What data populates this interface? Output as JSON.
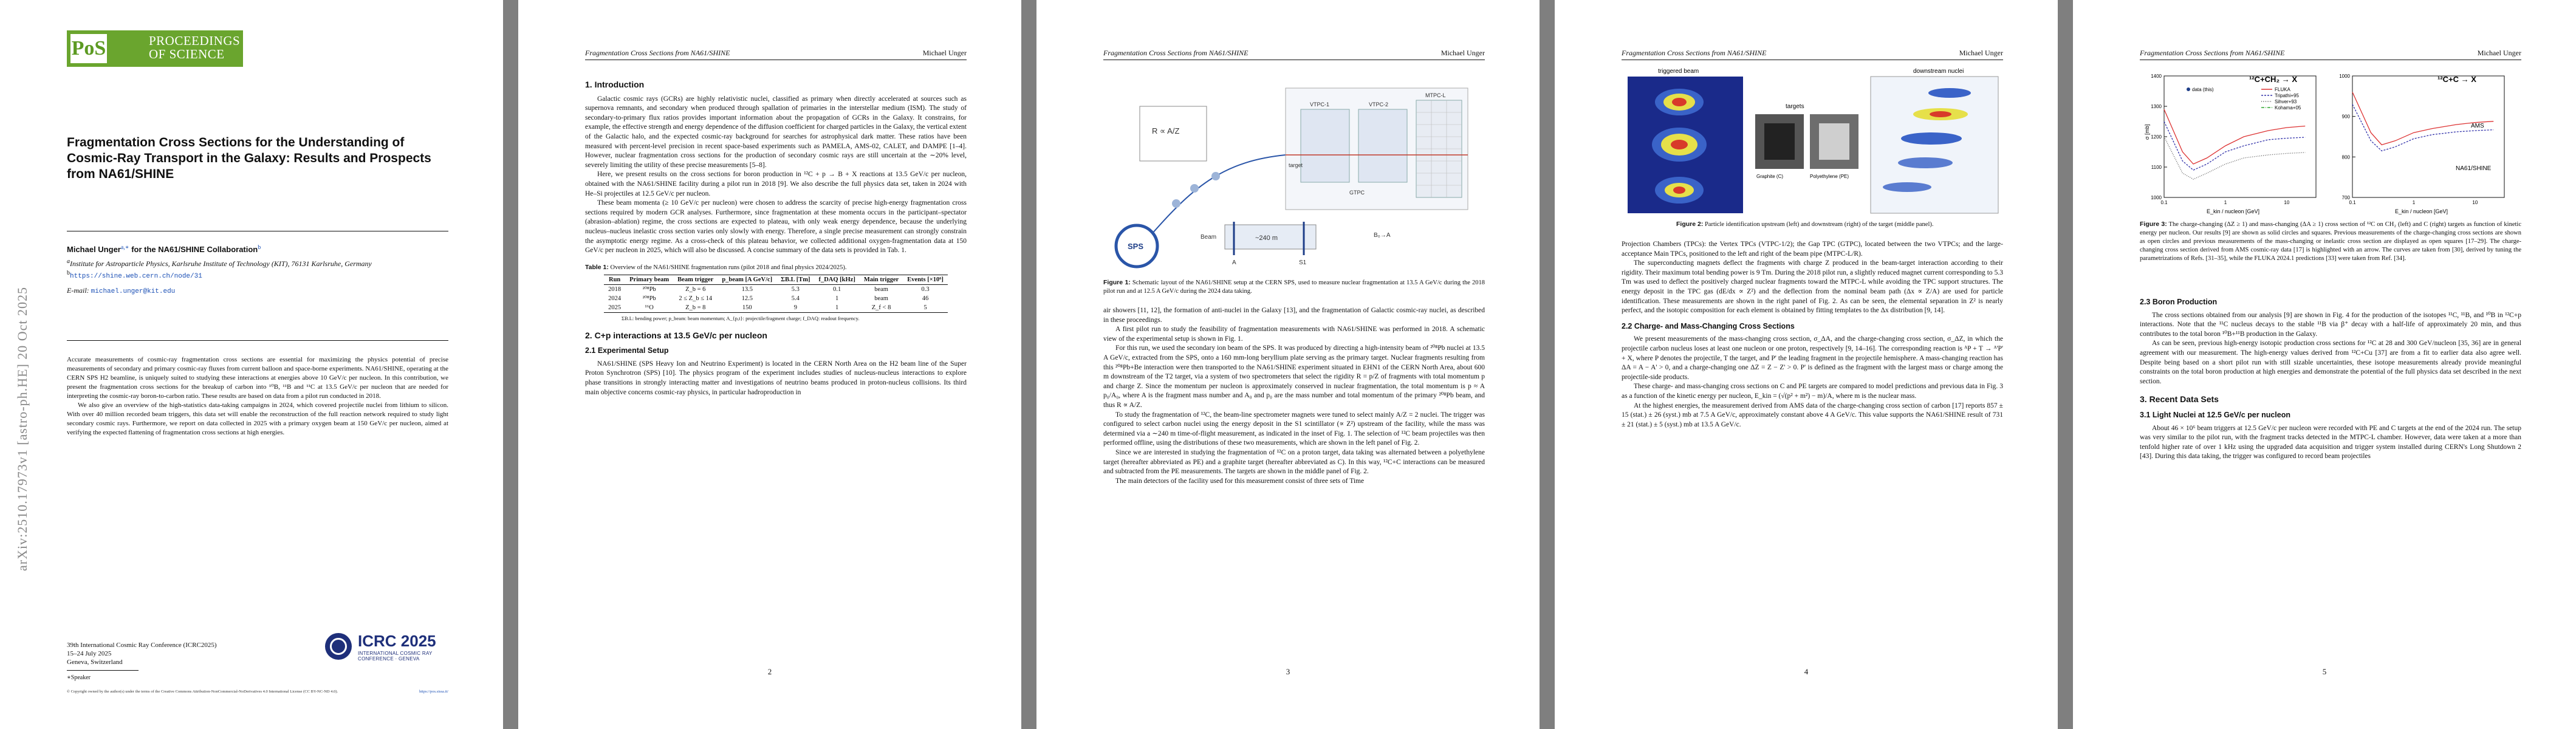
{
  "header": {
    "left": "Fragmentation Cross Sections from NA61/SHINE",
    "right": "Michael Unger"
  },
  "p1": {
    "arxiv": "arXiv:2510.17973v1  [astro-ph.HE]  20 Oct 2025",
    "logo_ps": "PoS",
    "logo_text_1": "PROCEEDINGS",
    "logo_text_2": "OF SCIENCE",
    "title": "Fragmentation Cross Sections for the Understanding of Cosmic-Ray Transport in the Galaxy: Results and Prospects from NA61/SHINE",
    "author": "Michael Unger",
    "author_sup": "a,∗",
    "collab": " for the NA61/SHINE Collaboration",
    "collab_sup": "b",
    "affil_a": "Institute for Astroparticle Physics, Karlsruhe Institute of Technology (KIT), 76131 Karlsruhe, Germany",
    "affil_b": "https://shine.web.cern.ch/node/31",
    "email_label": "E-mail: ",
    "email": "michael.unger@kit.edu",
    "abstract": [
      "Accurate measurements of cosmic-ray fragmentation cross sections are essential for maximizing the physics potential of precise measurements of secondary and primary cosmic-ray fluxes from current balloon and space-borne experiments. NA61/SHINE, operating at the CERN SPS H2 beamline, is uniquely suited to studying these interactions at energies above 10 GeV/c per nucleon. In this contribution, we present the fragmentation cross sections for the breakup of carbon into ¹⁰B, ¹¹B and ¹¹C at 13.5 GeV/c per nucleon that are needed for interpreting the cosmic-ray boron-to-carbon ratio. These results are based on data from a pilot run conducted in 2018.",
      "We also give an overview of the high-statistics data-taking campaigns in 2024, which covered projectile nuclei from lithium to silicon. With over 40 million recorded beam triggers, this data set will enable the reconstruction of the full reaction network required to study light secondary cosmic rays. Furthermore, we report on data collected in 2025 with a primary oxygen beam at 150 GeV/c per nucleon, aimed at verifying the expected flattening of fragmentation cross sections at high energies."
    ],
    "conf": [
      "39th International Cosmic Ray Conference (ICRC2025)",
      "15–24 July 2025",
      "Geneva, Switzerland"
    ],
    "icrc_title": "ICRC 2025",
    "icrc_sub": "INTERNATIONAL COSMIC RAY CONFERENCE · GENEVA",
    "speaker": "∗Speaker",
    "license": "© Copyright owned by the author(s) under the terms of the Creative Commons Attribution-NonCommercial-NoDerivatives 4.0 International License (CC BY-NC-ND 4.0).",
    "pos_link": "https://pos.sissa.it/",
    "page": ""
  },
  "p2": {
    "s1": "1.   Introduction",
    "intro": [
      "Galactic cosmic rays (GCRs) are highly relativistic nuclei, classified as primary when directly accelerated at sources such as supernova remnants, and secondary when produced through spallation of primaries in the interstellar medium (ISM). The study of secondary-to-primary flux ratios provides important information about the propagation of GCRs in the Galaxy. It constrains, for example, the effective strength and energy dependence of the diffusion coefficient for charged particles in the Galaxy, the vertical extent of the Galactic halo, and the expected cosmic-ray background for searches for astrophysical dark matter. These ratios have been measured with percent-level precision in recent space-based experiments such as PAMELA, AMS-02, CALET, and DAMPE [1–4]. However, nuclear fragmentation cross sections for the production of secondary cosmic rays are still uncertain at the ∼20% level, severely limiting the utility of these precise measurements [5–8].",
      "Here, we present results on the cross sections for boron production in ¹²C + p → B + X reactions at 13.5 GeV/c per nucleon, obtained with the NA61/SHINE facility during a pilot run in 2018 [9]. We also describe the full physics data set, taken in 2024 with He–Si projectiles at 12.5 GeV/c per nucleon.",
      "These beam momenta (≥ 10 GeV/c per nucleon) were chosen to address the scarcity of precise high-energy fragmentation cross sections required by modern GCR analyses. Furthermore, since fragmentation at these momenta occurs in the participant–spectator (abrasion–ablation) regime, the cross sections are expected to plateau, with only weak energy dependence, because the underlying nucleus–nucleus inelastic cross section varies only slowly with energy. Therefore, a single precise measurement can strongly constrain the asymptotic energy regime. As a cross-check of this plateau behavior, we collected additional oxygen-fragmentation data at 150 GeV/c per nucleon in 2025, which will also be discussed. A concise summary of the data sets is provided in Tab. 1."
    ],
    "table_caption_label": "Table 1:",
    "table_caption": " Overview of the NA61/SHINE fragmentation runs (pilot 2018 and final physics 2024/2025).",
    "table_headers": [
      "Run",
      "Primary beam",
      "Beam trigger",
      "p_beam [A GeV/c]",
      "ΣB.L [Tm]",
      "f_DAQ [kHz]",
      "Main trigger",
      "Events [×10⁶]"
    ],
    "table_rows": [
      [
        "2018",
        "²⁰⁸Pb",
        "Z_b = 6",
        "13.5",
        "5.3",
        "0.1",
        "beam",
        "0.3"
      ],
      [
        "2024",
        "²⁰⁸Pb",
        "2 ≤ Z_b ≤ 14",
        "12.5",
        "5.4",
        "1",
        "beam",
        "46"
      ],
      [
        "2025",
        "¹⁶O",
        "Z_b = 8",
        "150",
        "9",
        "1",
        "Z_f < 8",
        "5"
      ]
    ],
    "table_note": "ΣB.L: bending power; p_beam: beam momentum; A_{p,t}: projectile/fragment charge; f_DAQ: readout frequency.",
    "s2": "2.   C+p interactions at 13.5 GeV/c per nucleon",
    "s21": "2.1   Experimental Setup",
    "setup": "NA61/SHINE (SPS Heavy Ion and Neutrino Experiment) is located in the CERN North Area on the H2 beam line of the Super Proton Synchrotron (SPS) [10]. The physics program of the experiment includes studies of nucleus-nucleus interactions to explore phase transitions in strongly interacting matter and investigations of neutrino beams produced in proton-nucleus collisions. Its third main objective concerns cosmic-ray physics, in particular hadroproduction in",
    "page": "2"
  },
  "p3": {
    "fig1_labels": {
      "sps": "SPS",
      "beam": "Beam",
      "dist": "~240 m",
      "a": "A",
      "s1": "S1",
      "vtpc1": "VTPC-1",
      "vtpc2": "VTPC-2",
      "mtpc": "MTPC-L",
      "gap": "GTPC",
      "target": "target",
      "b0": "B₀→A"
    },
    "fig1_label": "Figure 1:",
    "fig1_caption": " Schematic layout of the NA61/SHINE setup at the CERN SPS, used to measure nuclear fragmentation at 13.5 A GeV/c during the 2018 pilot run and at 12.5 A GeV/c during the 2024 data taking.",
    "text": [
      "air showers [11, 12], the formation of anti-nuclei in the Galaxy [13], and the fragmentation of Galactic cosmic-ray nuclei, as described in these proceedings.",
      "A first pilot run to study the feasibility of fragmentation measurements with NA61/SHINE was performed in 2018. A schematic view of the experimental setup is shown in Fig. 1.",
      "For this run, we used the secondary ion beam of the SPS. It was produced by directing a high-intensity beam of ²⁰⁸Pb nuclei at 13.5 A GeV/c, extracted from the SPS, onto a 160 mm-long beryllium plate serving as the primary target. Nuclear fragments resulting from this ²⁰⁸Pb+Be interaction were then transported to the NA61/SHINE experiment situated in EHN1 of the CERN North Area, about 600 m downstream of the T2 target, via a system of two spectrometers that select the rigidity R = p/Z of fragments with total momentum p and charge Z. Since the momentum per nucleon is approximately conserved in nuclear fragmentation, the total momentum is p ≈ A p₀/A₀, where A is the fragment mass number and A₀ and p₀ are the mass number and total momentum of the primary ²⁰⁸Pb beam, and thus R ∝ A/Z.",
      "To study the fragmentation of ¹²C, the beam-line spectrometer magnets were tuned to select mainly A/Z = 2 nuclei. The trigger was configured to select carbon nuclei using the energy deposit in the S1 scintillator (∝ Z²) upstream of the facility, while the mass was determined via a ∼240 m time-of-flight measurement, as indicated in the inset of Fig. 1. The selection of ¹²C beam projectiles was then performed offline, using the distributions of these two measurements, which are shown in the left panel of Fig. 2.",
      "Since we are interested in studying the fragmentation of ¹²C on a proton target, data taking was alternated between a polyethylene target (hereafter abbreviated as PE) and a graphite target (hereafter abbreviated as C). In this way, ¹²C+C interactions can be measured and subtracted from the PE measurements. The targets are shown in the middle panel of Fig. 2.",
      "The main detectors of the facility used for this measurement consist of three sets of Time"
    ],
    "page": "3"
  },
  "p4": {
    "fig2_titles": {
      "left": "triggered beam",
      "mid": "targets",
      "right": "downstream nuclei"
    },
    "fig2_sub": {
      "graphite": "Graphite (C)",
      "pe": "Polyethylene (PE)"
    },
    "fig2_label": "Figure 2:",
    "fig2_caption": " Particle identification upstream (left) and downstream (right) of the target (middle panel).",
    "text": [
      "Projection Chambers (TPCs): the Vertex TPCs (VTPC-1/2); the Gap TPC (GTPC), located between the two VTPCs; and the large-acceptance Main TPCs, positioned to the left and right of the beam pipe (MTPC-L/R).",
      "The superconducting magnets deflect the fragments with charge Z produced in the beam-target interaction according to their rigidity. Their maximum total bending power is 9 Tm. During the 2018 pilot run, a slightly reduced magnet current corresponding to 5.3 Tm was used to deflect the positively charged nuclear fragments toward the MTPC-L while avoiding the TPC support structures. The energy deposit in the TPC gas (dE/dx ∝ Z²) and the deflection from the nominal beam path (Δx ∝ Z/A) are used for particle identification. These measurements are shown in the right panel of Fig. 2. As can be seen, the elemental separation in Z² is nearly perfect, and the isotopic composition for each element is obtained by fitting templates to the Δx distribution [9, 14]."
    ],
    "s22": "2.2   Charge- and Mass-Changing Cross Sections",
    "text2": [
      "We present measurements of the mass-changing cross section, σ_ΔA, and the charge-changing cross section, σ_ΔZ, in which the projectile carbon nucleus loses at least one nucleon or one proton, respectively [9, 14–16]. The corresponding reaction is ᴬP + T → ᴬ'P' + X, where P denotes the projectile, T the target, and P' the leading fragment in the projectile hemisphere. A mass-changing reaction has ΔA = A − A' > 0, and a charge-changing one ΔZ = Z − Z' > 0. P' is defined as the fragment with the largest mass or charge among the projectile-side products.",
      "These charge- and mass-changing cross sections on C and PE targets are compared to model predictions and previous data in Fig. 3 as a function of the kinetic energy per nucleon, E_kin = (√(p² + m²) − m)/A, where m is the nuclear mass.",
      "At the highest energies, the measurement derived from AMS data of the charge-changing cross section of carbon [17] reports 857 ± 15 (stat.) ± 26 (syst.) mb at 7.5 A GeV/c, approximately constant above 4 A GeV/c. This value supports the NA61/SHINE result of 731 ± 21 (stat.) ± 5 (syst.) mb at 13.5 A GeV/c."
    ],
    "page": "4"
  },
  "p5": {
    "fig3_label": "Figure 3:",
    "fig3_caption": " The charge-changing (ΔZ ≥ 1) and mass-changing (ΔA ≥ 1) cross section of ¹²C on CH₂ (left) and C (right) targets as function of kinetic energy per nucleon. Our results [9] are shown as solid circles and squares. Previous measurements of the charge-changing cross sections are shown as open circles and previous measurements of the mass-changing or inelastic cross section are displayed as open squares [17–29]. The charge-changing cross section derived from AMS cosmic-ray data [17] is highlighted with an arrow. The curves are taken from [30], derived by tuning the parametrizations of Refs. [31–35], while the FLUKA 2024.1 predictions [33] were taken from Ref. [34].",
    "s23": "2.3   Boron Production",
    "text": [
      "The cross sections obtained from our analysis [9] are shown in Fig. 4 for the production of the isotopes ¹¹C, ¹¹B, and ¹⁰B in ¹²C+p interactions. Note that the ¹¹C nucleus decays to the stable ¹¹B via β⁺ decay with a half-life of approximately 20 min, and thus contributes to the total boron ¹⁰B+¹¹B production in the Galaxy.",
      "As can be seen, previous high-energy isotopic production cross sections for ¹²C at 28 and 300 GeV/nucleon [35, 36] are in general agreement with our measurement. The high-energy values derived from ¹²C+Cu [37] are from a fit to earlier data also agree well. Despite being based on a short pilot run with still sizable uncertainties, these isotope measurements already provide meaningful constraints on the total boron production at high energies and demonstrate the potential of the full physics data set described in the next section."
    ],
    "s3": "3.   Recent Data Sets",
    "s31": "3.1   Light Nuclei at 12.5 GeV/c per nucleon",
    "text3": "About 46 × 10⁶ beam triggers at 12.5 GeV/c per nucleon were recorded with PE and C targets at the end of the 2024 run. The setup was very similar to the pilot run, with the fragment tracks detected in the MTPC-L chamber. However, data were taken at a more than tenfold higher rate of over 1 kHz using the upgraded data acquisition and trigger system installed during CERN's Long Shutdown 2 [43]. During this data taking, the trigger was configured to record beam projectiles",
    "plot_left": {
      "title": "¹²C+CH₂ → X",
      "ylabel": "σ [mb]",
      "xlabel": "E_kin / nucleon [GeV]",
      "legend": [
        "FLUKA",
        "Tripathi+95",
        "Sihver+93",
        "Kohama+05"
      ],
      "data_label": "data (this)"
    },
    "plot_right": {
      "title": "¹²C+C → X",
      "annot_ams": "AMS",
      "annot_na61": "NA61/SHINE"
    },
    "page": "5"
  },
  "chart_data": [
    {
      "type": "scatter",
      "title": "¹²C+CH₂ → X",
      "xlabel": "E_kin / nucleon [GeV]",
      "ylabel": "σ [mb]",
      "x_scale": "log",
      "xlim": [
        0.1,
        30
      ],
      "ylim": [
        1000,
        1400
      ],
      "yticks": [
        1000,
        1100,
        1200,
        1300,
        1400
      ],
      "series": [
        {
          "name": "FLUKA",
          "x": [
            0.1,
            0.2,
            0.3,
            0.5,
            1,
            2,
            5,
            10,
            20
          ],
          "y": [
            1290,
            1150,
            1110,
            1130,
            1170,
            1200,
            1220,
            1230,
            1235
          ]
        },
        {
          "name": "Tripathi+95",
          "x": [
            0.1,
            0.2,
            0.3,
            0.5,
            1,
            2,
            5,
            10,
            20
          ],
          "y": [
            1250,
            1120,
            1090,
            1110,
            1150,
            1170,
            1190,
            1195,
            1198
          ]
        },
        {
          "name": "Sihver+93",
          "x": [
            0.1,
            0.2,
            0.3,
            0.5,
            1,
            2,
            5,
            10,
            20
          ],
          "y": [
            1200,
            1080,
            1060,
            1080,
            1110,
            1130,
            1140,
            1145,
            1148
          ]
        }
      ]
    },
    {
      "type": "scatter",
      "title": "¹²C+C → X",
      "xlabel": "E_kin / nucleon [GeV]",
      "ylabel": "σ [mb]",
      "x_scale": "log",
      "xlim": [
        0.1,
        30
      ],
      "ylim": [
        700,
        1000
      ],
      "yticks": [
        700,
        800,
        900,
        1000
      ],
      "series": [
        {
          "name": "FLUKA",
          "x": [
            0.1,
            0.2,
            0.3,
            0.5,
            1,
            2,
            5,
            10,
            20
          ],
          "y": [
            960,
            860,
            830,
            840,
            860,
            870,
            880,
            885,
            888
          ]
        },
        {
          "name": "Tripathi+95",
          "x": [
            0.1,
            0.2,
            0.3,
            0.5,
            1,
            2,
            5,
            10,
            20
          ],
          "y": [
            930,
            840,
            815,
            825,
            845,
            855,
            862,
            865,
            867
          ]
        }
      ]
    }
  ]
}
